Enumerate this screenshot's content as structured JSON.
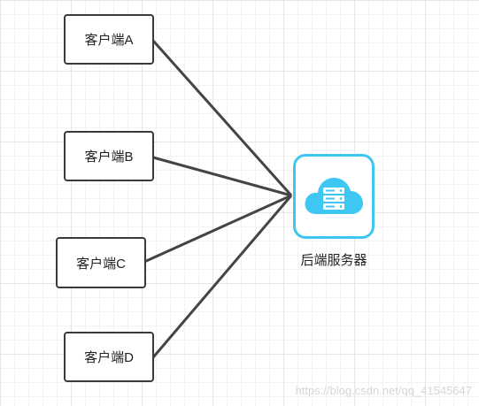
{
  "clients": [
    {
      "label": "客户端A"
    },
    {
      "label": "客户端B"
    },
    {
      "label": "客户端C"
    },
    {
      "label": "客户端D"
    }
  ],
  "server": {
    "label": "后端服务器",
    "icon": "cloud-server-icon",
    "accent_color": "#3ec7f2"
  },
  "watermark": "https://blog.csdn.net/qq_41545647",
  "colors": {
    "node_border": "#3a3a3a",
    "connector": "#444444"
  }
}
